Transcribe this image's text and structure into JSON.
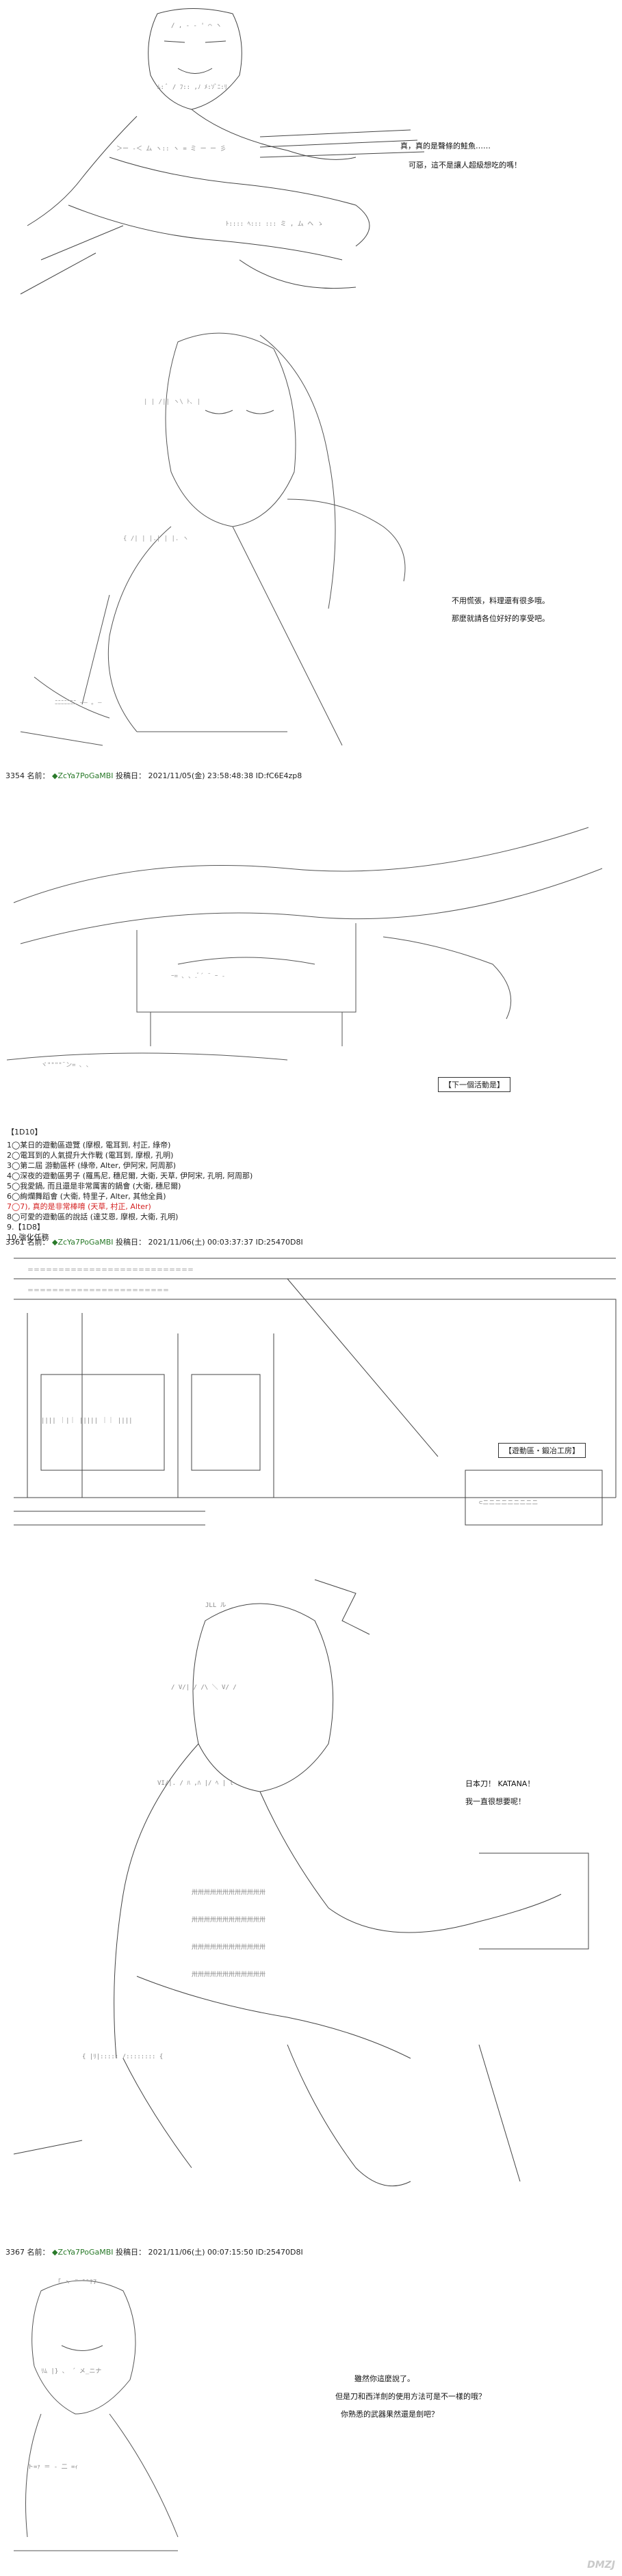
{
  "panels": {
    "p1": {
      "lines": [
        "真，真的是聲條的鮭魚……",
        "可惡，這不是讓人超級想吃的嗎！"
      ]
    },
    "p2": {
      "lines": [
        "不用慌張，料理還有很多哦。",
        "那麼就請各位好好的享受吧。"
      ]
    },
    "p3": {
      "label": "【下一個活動是】"
    },
    "p4": {
      "label": "【遊動區・鍛冶工房】"
    },
    "p5": {
      "lines": [
        "日本刀！ KATANA！",
        "我一直很想要呢！"
      ]
    },
    "p6": {
      "lines": [
        "雖然你這麼說了。",
        "但是刀和西洋劍的使用方法可是不一樣的哦？",
        "你熟悉的武器果然還是劍吧？"
      ]
    }
  },
  "posts": [
    {
      "num": "3354",
      "name_label": "名前：",
      "trip": "◆ZcYa7PoGaMBI",
      "posted_label": "投稿日：",
      "date": "2021/11/05(金) 23:58:48:38",
      "id": "ID:fC6E4zp8"
    },
    {
      "num": "3361",
      "name_label": "名前：",
      "trip": "◆ZcYa7PoGaMBI",
      "posted_label": "投稿日：",
      "date": "2021/11/06(土) 00:03:37:37",
      "id": "ID:25470D8I"
    },
    {
      "num": "3367",
      "name_label": "名前：",
      "trip": "◆ZcYa7PoGaMBI",
      "posted_label": "投稿日：",
      "date": "2021/11/06(土) 00:07:15:50",
      "id": "ID:25470D8I"
    }
  ],
  "vote": {
    "title": "【1D10】",
    "items": [
      "1◯某日的遊動區遊覽 (摩根, 電耳到, 村正, 綠帝)",
      "2◯電耳到的人氣提升大作戰 (電耳到, 摩根, 孔明)",
      "3◯第二屆 游動區杯 (綠帝, Alter, 伊阿宋, 阿周那)",
      "4◯深夜的遊動區男子 (羅馬尼, 穗尼爾, 大衛, 天草, 伊阿宋, 孔明, 阿周那)",
      "5◯我愛鍋, 而且還是非常厲害的鍋會 (大衛, 穗尼爾)",
      "6◯絢爛舞蹈會 (大衛, 特里子, Alter, 其他全員)",
      "7◯7), 真的是非常棒唷 (天草, 村正, Alter)",
      "8◯可愛的遊動區的說話 (達艾恩, 摩根, 大衛, 孔明)",
      "9.【1D8】",
      "10.強化任務"
    ],
    "highlight_index": 6
  },
  "watermark": "DMZJ",
  "colors": {
    "ink": "#222222",
    "trip": "#2a7a2a",
    "vote_highlight": "#d42020",
    "watermark": "#c9c9c9"
  }
}
